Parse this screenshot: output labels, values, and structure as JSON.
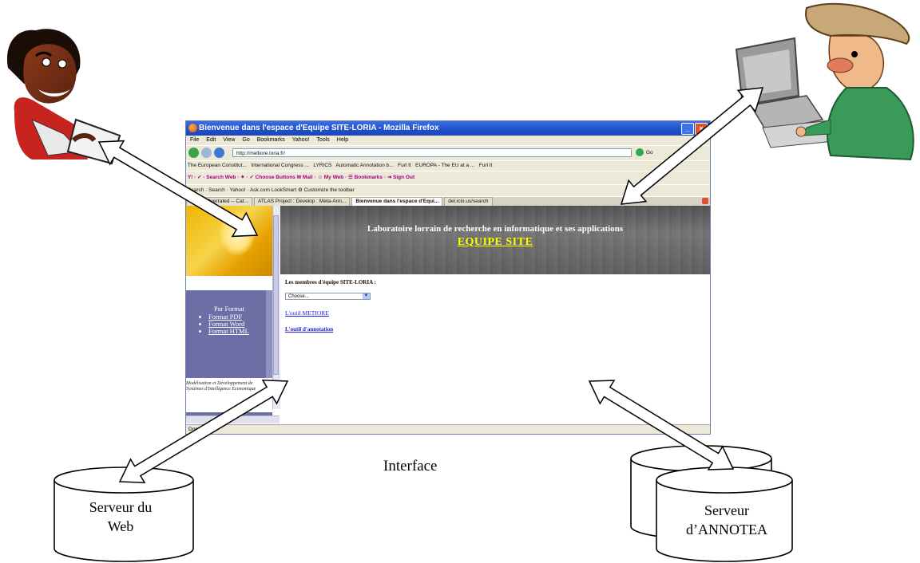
{
  "diagram": {
    "interface_label": "Interface",
    "web_server": [
      "Serveur du",
      "Web"
    ],
    "annotea_server": [
      "Serveur",
      "d’ANNOTEA"
    ]
  },
  "browser": {
    "title": "Bienvenue dans l'espace d'Equipe SITE-LORIA - Mozilla Firefox",
    "menu": [
      "File",
      "Edit",
      "View",
      "Go",
      "Bookmarks",
      "Yahoo!",
      "Tools",
      "Help"
    ],
    "url": "http://meltiore.loria.fr/",
    "go_label": "Go",
    "bookmarks": [
      "The European Constitut...",
      "International Congress ...",
      "LYRICS",
      "Automatic Annotation b...",
      "Furl It",
      "EUROPA - The EU at a ...",
      "Furl It"
    ],
    "yahoo_toolbar": "Y! · ✓ ·    Search Web · ✦ · ✓ Choose Buttons  ✉ Mail · ☺ My Web · ☰ Bookmarks · ⇥ Sign Out",
    "search_toolbar": "Search ·    Search · Yahoo! · Ask.com  LookSmart  ⚙ Customize the toolbar",
    "tabs": [
      "...gy is Overrated -- Cat...",
      "ATLAS Project : Develop : Meta-Ann...",
      "Bienvenue dans l'espace d'Equi...",
      "del.icio.us/search"
    ],
    "status": "Done"
  },
  "site": {
    "banner_line1": "Laboratoire lorrain de recherche en informatique et ses applications",
    "banner_line2": "EQUIPE SITE",
    "members": "Les membres d'équipe SITE-LORIA :",
    "select_value": "Choose...",
    "link1": "L'outil METIORE",
    "link2": "L'outil d'annotation",
    "sidebar_heading": "Par Format",
    "formats": [
      "Format PDF",
      "Format Word",
      "Format HTML"
    ],
    "sidebar_caption": "Modélisation et Développement de Systèmes d'Intelligence Economique"
  },
  "colors": {
    "titlebar": "#1f4fc8",
    "banner_title": "#ffff00",
    "sidebar_purple": "#6b6fa6",
    "link": "#1a1ae6"
  },
  "icons": [
    "person-at-keyboard-icon",
    "cowboy-at-computer-icon",
    "database-cylinder-icon"
  ]
}
